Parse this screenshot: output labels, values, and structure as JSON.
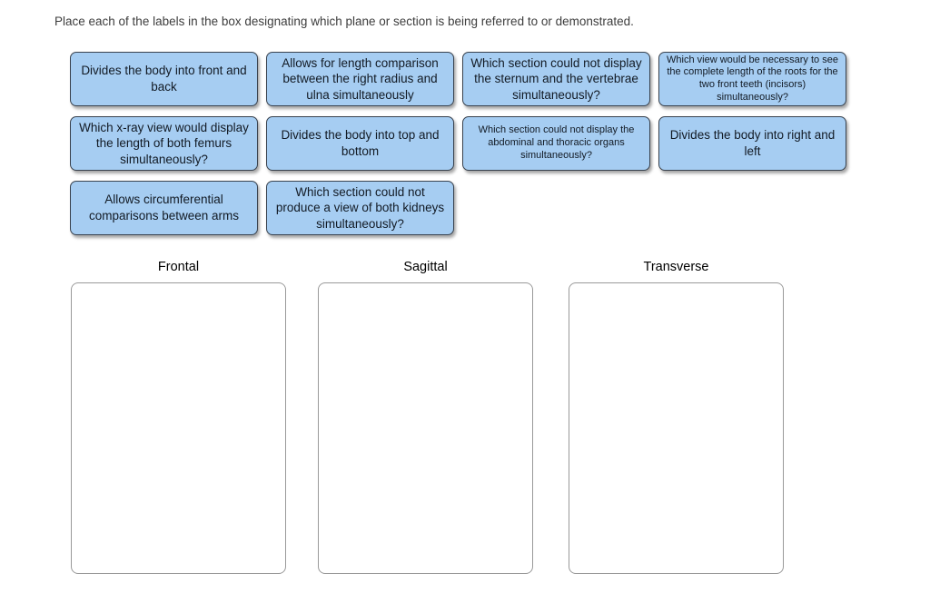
{
  "instruction": "Place each of the labels in the box designating which plane or section is being referred to or demonstrated.",
  "labels": [
    {
      "text": "Divides the body into front and back"
    },
    {
      "text": "Allows for length comparison between the right radius and ulna simultaneously"
    },
    {
      "text": "Which section could not display the sternum and the vertebrae simultaneously?"
    },
    {
      "text": "Which view would be necessary to see the complete length of the roots for the two front teeth (incisors) simultaneously?"
    },
    {
      "text": "Which x-ray view would display the length of both femurs simultaneously?"
    },
    {
      "text": "Divides the body into top and bottom"
    },
    {
      "text": "Which section could not display the abdominal and thoracic organs simultaneously?"
    },
    {
      "text": "Divides the body into right and left"
    },
    {
      "text": "Allows circumferential comparisons between arms"
    },
    {
      "text": "Which section could not produce a view of both kidneys simultaneously?"
    }
  ],
  "drop_zones": [
    {
      "label": "Frontal"
    },
    {
      "label": "Sagittal"
    },
    {
      "label": "Transverse"
    }
  ],
  "colors": {
    "label_fill": "#a6cdf2",
    "label_border": "#39424e",
    "label_text": "#121a24",
    "zone_border": "#999999",
    "instruction_text": "#3d3d3d"
  }
}
